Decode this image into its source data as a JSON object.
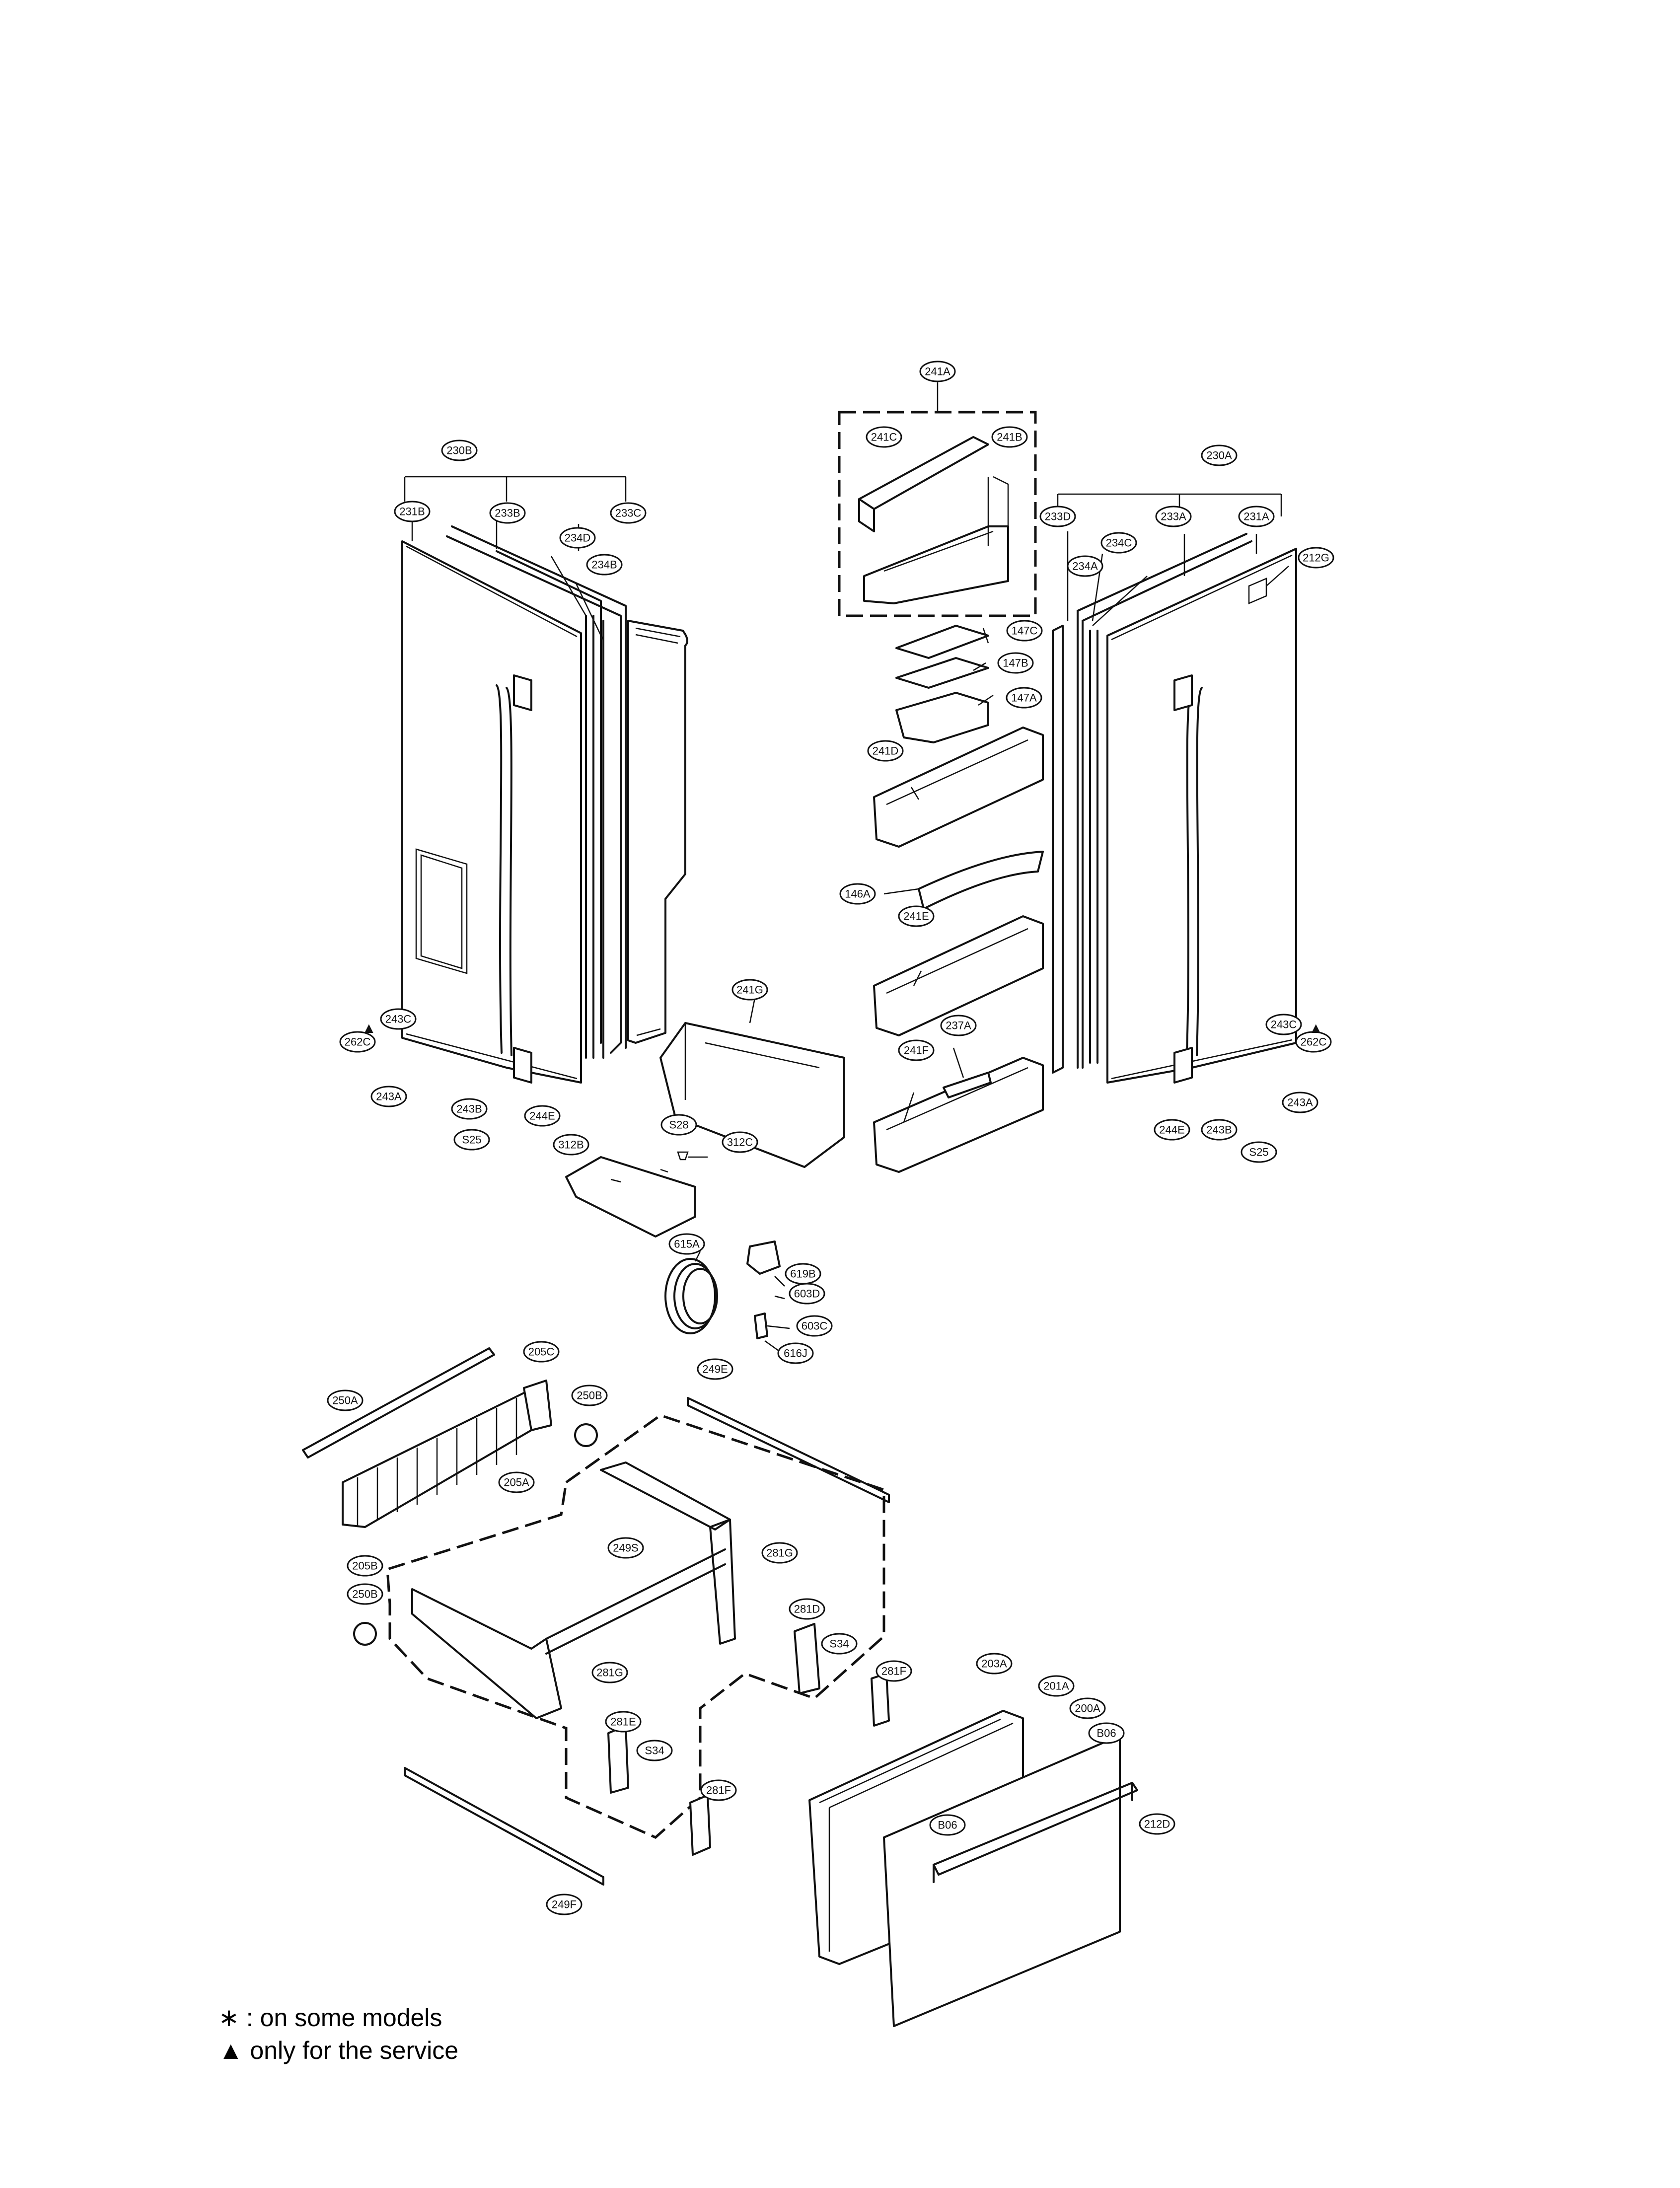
{
  "parts": [
    {
      "id": "241A",
      "label": "241A"
    },
    {
      "id": "241C",
      "label": "241C"
    },
    {
      "id": "241B",
      "label": "241B"
    },
    {
      "id": "230B",
      "label": "230B"
    },
    {
      "id": "231B",
      "label": "231B"
    },
    {
      "id": "233B",
      "label": "233B"
    },
    {
      "id": "233C",
      "label": "233C"
    },
    {
      "id": "234D",
      "label": "234D"
    },
    {
      "id": "234B",
      "label": "234B"
    },
    {
      "id": "230A",
      "label": "230A"
    },
    {
      "id": "233D",
      "label": "233D"
    },
    {
      "id": "233A",
      "label": "233A"
    },
    {
      "id": "231A",
      "label": "231A"
    },
    {
      "id": "234C",
      "label": "234C"
    },
    {
      "id": "234A",
      "label": "234A"
    },
    {
      "id": "212G",
      "label": "212G"
    },
    {
      "id": "147C",
      "label": "147C"
    },
    {
      "id": "147B",
      "label": "147B"
    },
    {
      "id": "147A",
      "label": "147A"
    },
    {
      "id": "241D",
      "label": "241D"
    },
    {
      "id": "146A",
      "label": "146A"
    },
    {
      "id": "241E",
      "label": "241E"
    },
    {
      "id": "237A",
      "label": "237A"
    },
    {
      "id": "241F",
      "label": "241F"
    },
    {
      "id": "241G",
      "label": "241G"
    },
    {
      "id": "243C-L",
      "label": "243C"
    },
    {
      "id": "262C-L",
      "label": "262C"
    },
    {
      "id": "243A-L",
      "label": "243A"
    },
    {
      "id": "243B-L",
      "label": "243B"
    },
    {
      "id": "S25-L",
      "label": "S25"
    },
    {
      "id": "244E-L",
      "label": "244E"
    },
    {
      "id": "243C-R",
      "label": "243C"
    },
    {
      "id": "262C-R",
      "label": "262C"
    },
    {
      "id": "243A-R",
      "label": "243A"
    },
    {
      "id": "243B-R",
      "label": "243B"
    },
    {
      "id": "S25-R",
      "label": "S25"
    },
    {
      "id": "244E-R",
      "label": "244E"
    },
    {
      "id": "S28",
      "label": "S28"
    },
    {
      "id": "312C",
      "label": "312C"
    },
    {
      "id": "312B",
      "label": "312B"
    },
    {
      "id": "615A",
      "label": "615A"
    },
    {
      "id": "619B",
      "label": "619B"
    },
    {
      "id": "603D",
      "label": "603D"
    },
    {
      "id": "603C",
      "label": "603C"
    },
    {
      "id": "616J",
      "label": "616J"
    },
    {
      "id": "205C",
      "label": "205C"
    },
    {
      "id": "250A",
      "label": "250A"
    },
    {
      "id": "250B-T",
      "label": "250B"
    },
    {
      "id": "249E",
      "label": "249E"
    },
    {
      "id": "205A",
      "label": "205A"
    },
    {
      "id": "205B",
      "label": "205B"
    },
    {
      "id": "250B-B",
      "label": "250B"
    },
    {
      "id": "249S",
      "label": "249S"
    },
    {
      "id": "281G-T",
      "label": "281G"
    },
    {
      "id": "281D",
      "label": "281D"
    },
    {
      "id": "S34-T",
      "label": "S34"
    },
    {
      "id": "281F-T",
      "label": "281F"
    },
    {
      "id": "281G-B",
      "label": "281G"
    },
    {
      "id": "281E",
      "label": "281E"
    },
    {
      "id": "S34-B",
      "label": "S34"
    },
    {
      "id": "281F-B",
      "label": "281F"
    },
    {
      "id": "249F",
      "label": "249F"
    },
    {
      "id": "203A",
      "label": "203A"
    },
    {
      "id": "201A",
      "label": "201A"
    },
    {
      "id": "200A",
      "label": "200A"
    },
    {
      "id": "B06-T",
      "label": "B06"
    },
    {
      "id": "B06-B",
      "label": "B06"
    },
    {
      "id": "212D",
      "label": "212D"
    }
  ],
  "legend": {
    "line1": "∗ : on some models",
    "line2": "▲ only for the service"
  },
  "service_marks": {
    "left": "▲",
    "right": "▲"
  }
}
